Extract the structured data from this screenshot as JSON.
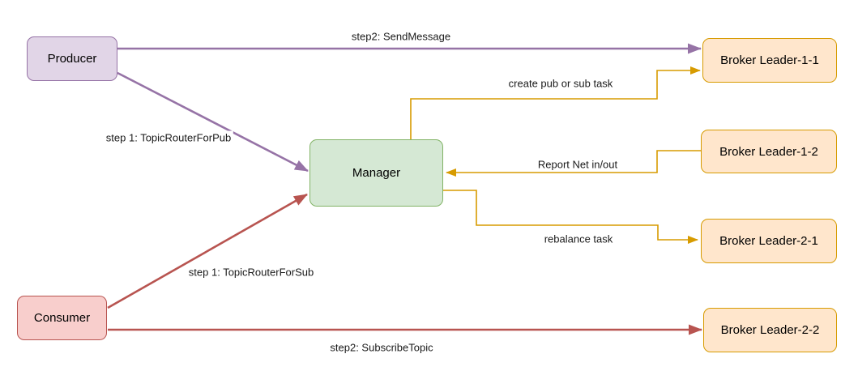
{
  "diagram": {
    "background": "#ffffff",
    "nodes": [
      {
        "label": "Producer",
        "fill": "#e1d5e7",
        "stroke": "#9673a6"
      },
      {
        "label": "Consumer",
        "fill": "#f8cecc",
        "stroke": "#b85450"
      },
      {
        "label": "Manager",
        "fill": "#d5e8d4",
        "stroke": "#82b366"
      },
      {
        "label": "Broker Leader-1-1",
        "fill": "#ffe6cc",
        "stroke": "#d79b00"
      },
      {
        "label": "Broker Leader-1-2",
        "fill": "#ffe6cc",
        "stroke": "#d79b00"
      },
      {
        "label": "Broker Leader-2-1",
        "fill": "#ffe6cc",
        "stroke": "#d79b00"
      },
      {
        "label": "Broker Leader-2-2",
        "fill": "#ffe6cc",
        "stroke": "#d79b00"
      }
    ],
    "edges": [
      {
        "from": "Producer",
        "to": "Broker Leader-1-1",
        "label": "step2: SendMessage",
        "color": "#9673a6"
      },
      {
        "from": "Producer",
        "to": "Manager",
        "label": "step 1: TopicRouterForPub",
        "color": "#9673a6"
      },
      {
        "from": "Consumer",
        "to": "Manager",
        "label": "step 1: TopicRouterForSub",
        "color": "#b85450"
      },
      {
        "from": "Consumer",
        "to": "Broker Leader-2-2",
        "label": "step2: SubscribeTopic",
        "color": "#b85450"
      },
      {
        "from": "Manager",
        "to": "Broker Leader-1-1",
        "label": "create pub or sub task",
        "color": "#d79b00"
      },
      {
        "from": "Broker Leader-1-2",
        "to": "Manager",
        "label": "Report Net in/out",
        "color": "#d79b00"
      },
      {
        "from": "Manager",
        "to": "Broker Leader-2-1",
        "label": "rebalance task",
        "color": "#d79b00"
      }
    ]
  }
}
